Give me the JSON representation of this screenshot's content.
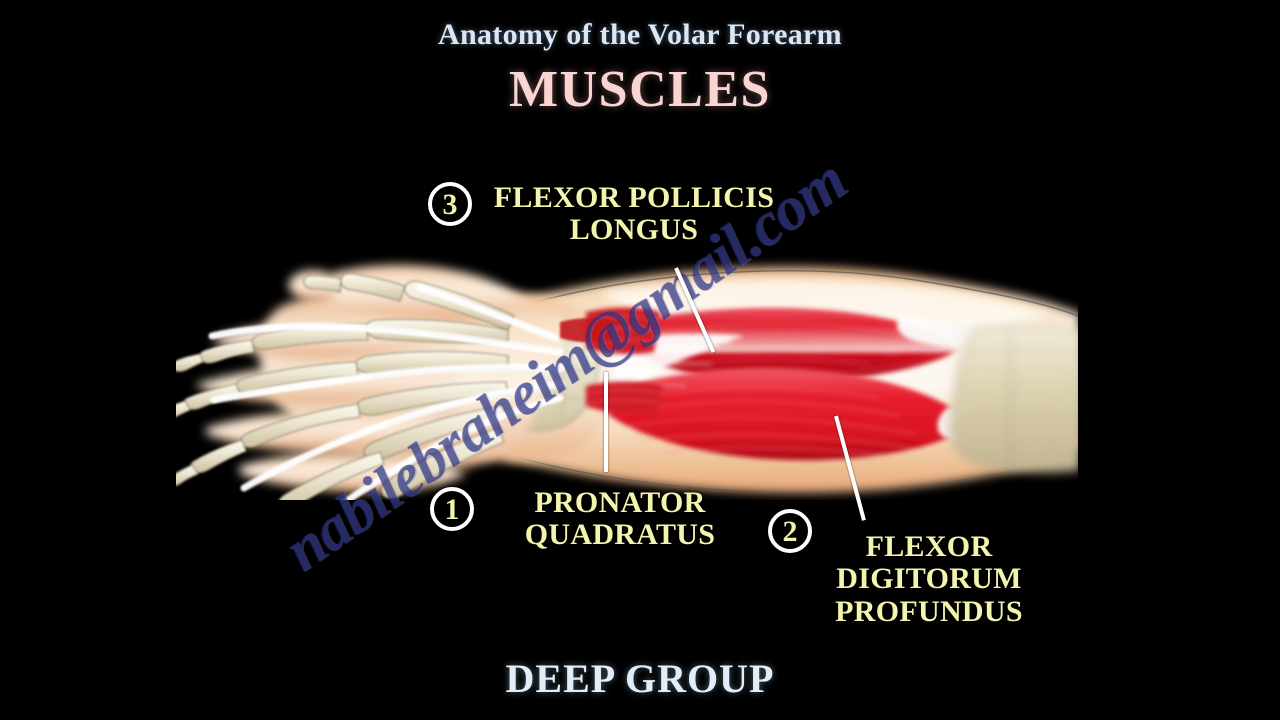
{
  "header": {
    "title": "Anatomy of the Volar Forearm",
    "subtitle": "MUSCLES"
  },
  "footer": {
    "caption": "DEEP GROUP"
  },
  "watermark": {
    "text": "nabilebraheim@gmail.com"
  },
  "callouts": [
    {
      "number": "1",
      "label": "PRONATOR\nQUADRATUS"
    },
    {
      "number": "2",
      "label": "FLEXOR\nDIGITORUM\nPROFUNDUS"
    },
    {
      "number": "3",
      "label": "FLEXOR POLLICIS\nLONGUS"
    }
  ],
  "illustration": {
    "name": "volar-forearm-deep-muscles",
    "description": "Volar view of right forearm and hand with skin rendered translucent, showing deep flexor muscle group, carpal and metacarpal bones and flexor tendons",
    "colors": {
      "background": "#000000",
      "muscle_red": "#e01f2d",
      "muscle_red_dark": "#b4121f",
      "tendon_white": "#f7f5f2",
      "bone": "#d8cfae",
      "bone_light": "#efe9d4",
      "skin_light": "#f8ebd9",
      "skin_mid": "#f0c79a",
      "skin_deep": "#e0a878",
      "title_blue": "#dbe7f4",
      "title_pink": "#f9d5d2",
      "label_yellow": "#f4f4ad",
      "leader_line": "#ffffff",
      "watermark_blue": "#222878"
    }
  }
}
